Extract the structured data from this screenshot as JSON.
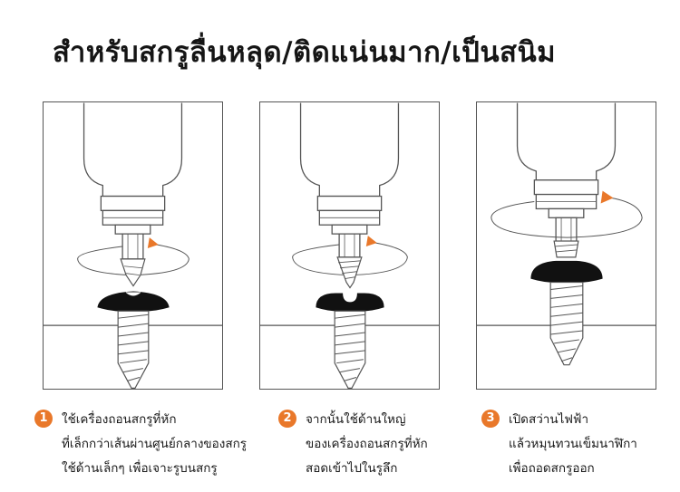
{
  "title": "สำหรับสกรูลื่นหลุด/ติดแน่นมาก/เป็นสนิม",
  "colors": {
    "accent": "#e9782a",
    "outline": "#555555",
    "screw_head": "#111111"
  },
  "steps": [
    {
      "number": "1",
      "lines": [
        "ใช้เครื่องถอนสกรูที่หัก",
        "ที่เล็กกว่าเส้นผ่านศูนย์กลางของสกรู",
        "ใช้ด้านเล็กๆ เพื่อเจาะรูบนสกรู"
      ]
    },
    {
      "number": "2",
      "lines": [
        "จากนั้นใช้ด้านใหญ่",
        "ของเครื่องถอนสกรูที่หัก",
        "สอดเข้าไปในรูลึก"
      ]
    },
    {
      "number": "3",
      "lines": [
        "เปิดสว่านไฟฟ้า",
        "แล้วหมุนทวนเข็มนาฬิกา",
        "เพื่อถอดสกรูออก"
      ]
    }
  ]
}
